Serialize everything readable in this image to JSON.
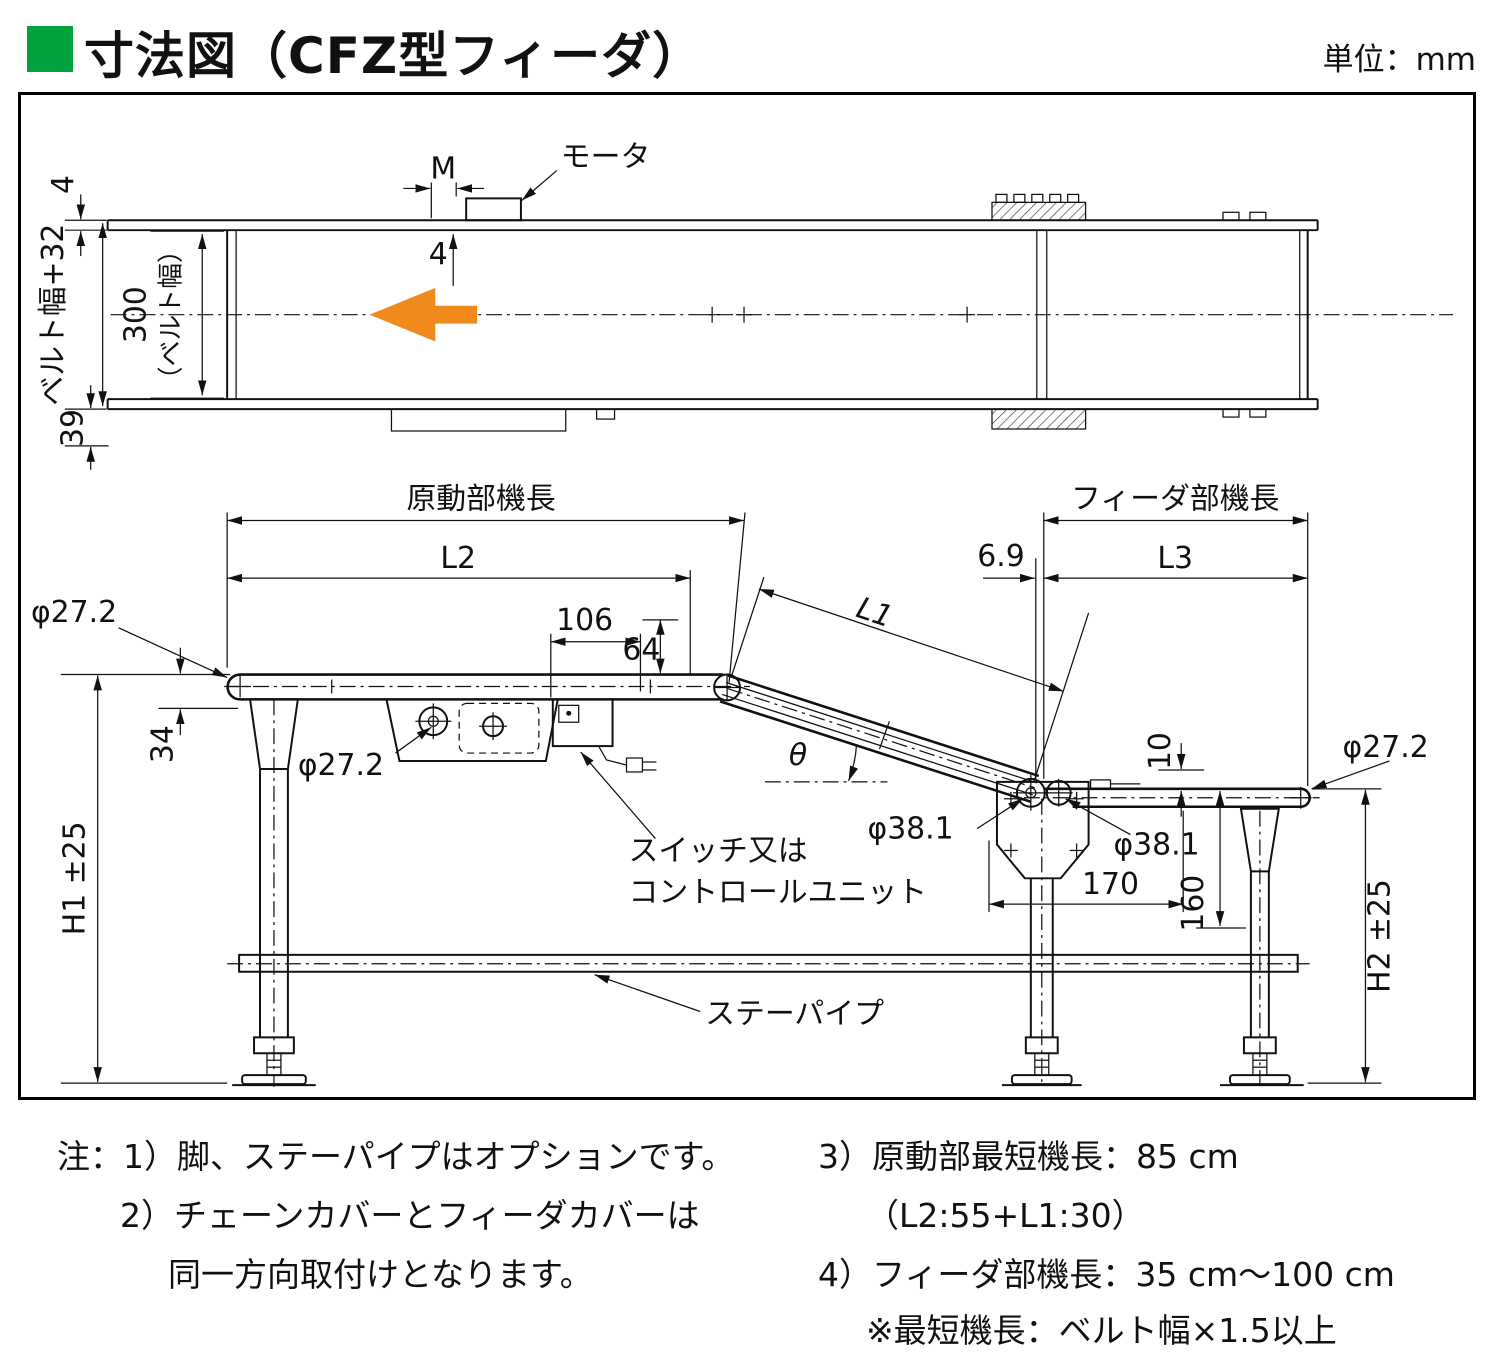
{
  "header": {
    "title": "寸法図（CFZ型フィーダ）",
    "unit": "単位：mm"
  },
  "top_view": {
    "motor_label": "モータ",
    "dim_m": "M",
    "dim_4_top": "4",
    "dim_4_motor": "4",
    "belt_width_outer": "ベルト幅+32",
    "belt_width_300": "300",
    "belt_width_300_sub": "（ベルト幅）",
    "dim_39": "39"
  },
  "side_view": {
    "drive_length": "原動部機長",
    "feeder_length": "フィーダ部機長",
    "l1": "L1",
    "l2": "L2",
    "l3": "L3",
    "dim_6_9": "6.9",
    "dim_106": "106",
    "dim_64": "64",
    "dia_27_2_left": "φ27.2",
    "dia_27_2_drive": "φ27.2",
    "dia_27_2_right": "φ27.2",
    "dim_34": "34",
    "theta": "θ",
    "dia_38_1_left": "φ38.1",
    "dia_38_1_right": "φ38.1",
    "dim_10": "10",
    "dim_170": "170",
    "dim_160": "160",
    "h1": "H1 ±25",
    "h2": "H2 ±25",
    "switch_line1": "スイッチ又は",
    "switch_line2": "コントロールユニット",
    "stay_pipe": "ステーパイプ"
  },
  "notes": {
    "left": [
      "注：1）脚、ステーパイプはオプションです。",
      "2）チェーンカバーとフィーダカバーは",
      "同一方向取付けとなります。"
    ],
    "right": [
      "3）原動部最短機長：85 cm",
      "（L2:55+L1:30）",
      "4）フィーダ部機長：35 cm～100 cm",
      "※最短機長：ベルト幅×1.5以上"
    ]
  },
  "colors": {
    "accent_green": "#00a23e",
    "arrow_orange": "#f08a1d"
  }
}
